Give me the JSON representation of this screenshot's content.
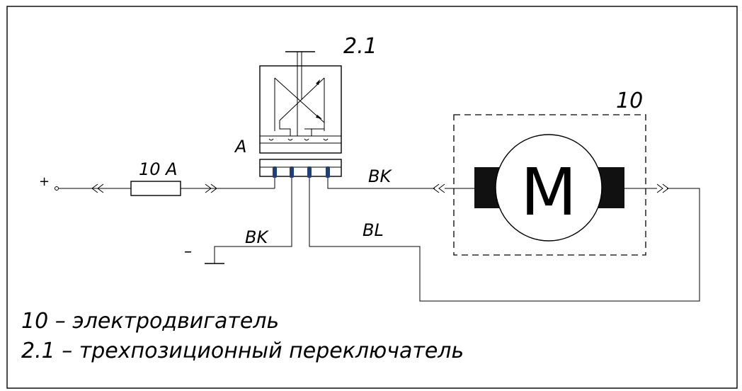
{
  "labels": {
    "switch_ref": "2.1",
    "motor_ref": "10",
    "connector_ref": "A",
    "plus_sign": "+",
    "minus_sign": "–",
    "fuse_rating": "10 A",
    "motor_symbol": "M",
    "wire_switch_motor": "BK",
    "wire_ground": "BK",
    "wire_return": "BL"
  },
  "legend": {
    "line1": "10 – электродвигатель",
    "line2": "2.1 – трехпозиционный переключатель"
  },
  "colors": {
    "line": "#000000",
    "background": "#ffffff",
    "pin": "#1f3f7a",
    "brush": "#111111"
  }
}
